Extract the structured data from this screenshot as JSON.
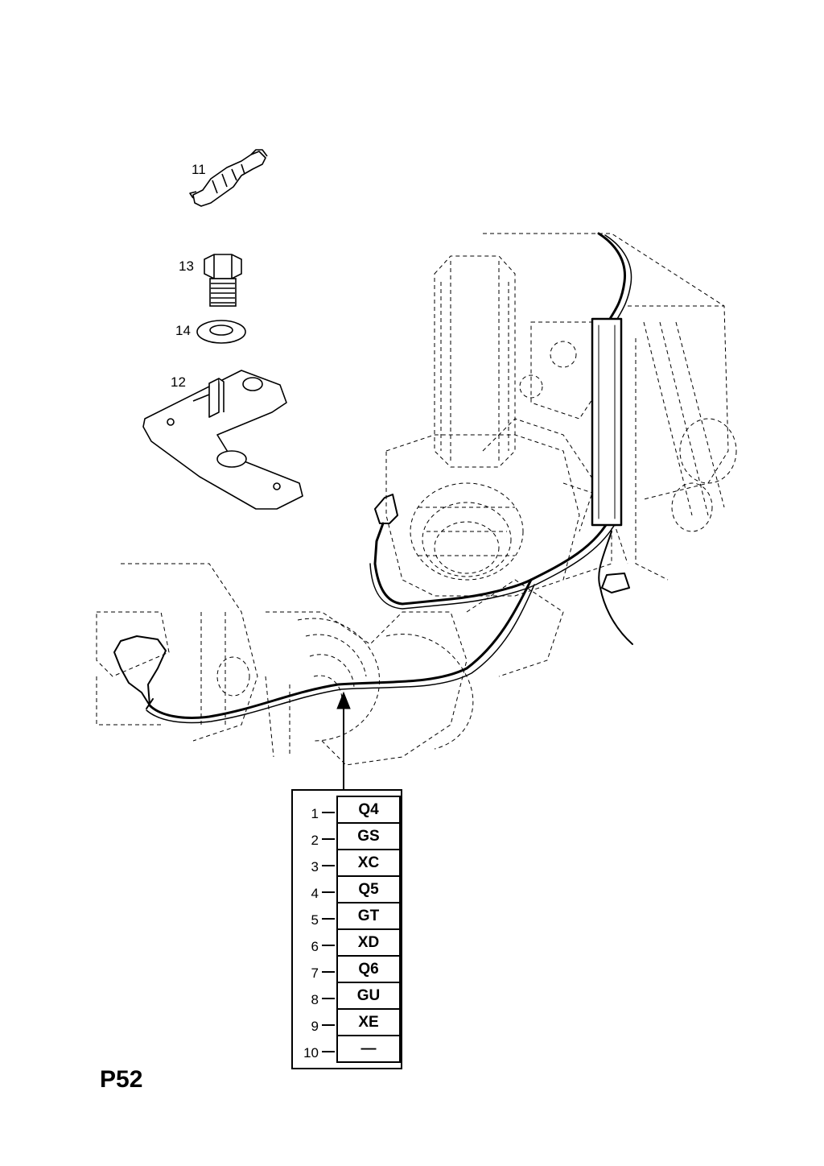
{
  "diagram": {
    "callouts": [
      {
        "id": "11",
        "label": "11"
      },
      {
        "id": "13",
        "label": "13"
      },
      {
        "id": "14",
        "label": "14"
      },
      {
        "id": "12",
        "label": "12"
      }
    ],
    "code_table": {
      "rows": [
        {
          "num": "1",
          "code": "Q4"
        },
        {
          "num": "2",
          "code": "GS"
        },
        {
          "num": "3",
          "code": "XC"
        },
        {
          "num": "4",
          "code": "Q5"
        },
        {
          "num": "5",
          "code": "GT"
        },
        {
          "num": "6",
          "code": "XD"
        },
        {
          "num": "7",
          "code": "Q6"
        },
        {
          "num": "8",
          "code": "GU"
        },
        {
          "num": "9",
          "code": "XE"
        },
        {
          "num": "10",
          "code": "—"
        }
      ]
    },
    "page_ref": "P52"
  }
}
